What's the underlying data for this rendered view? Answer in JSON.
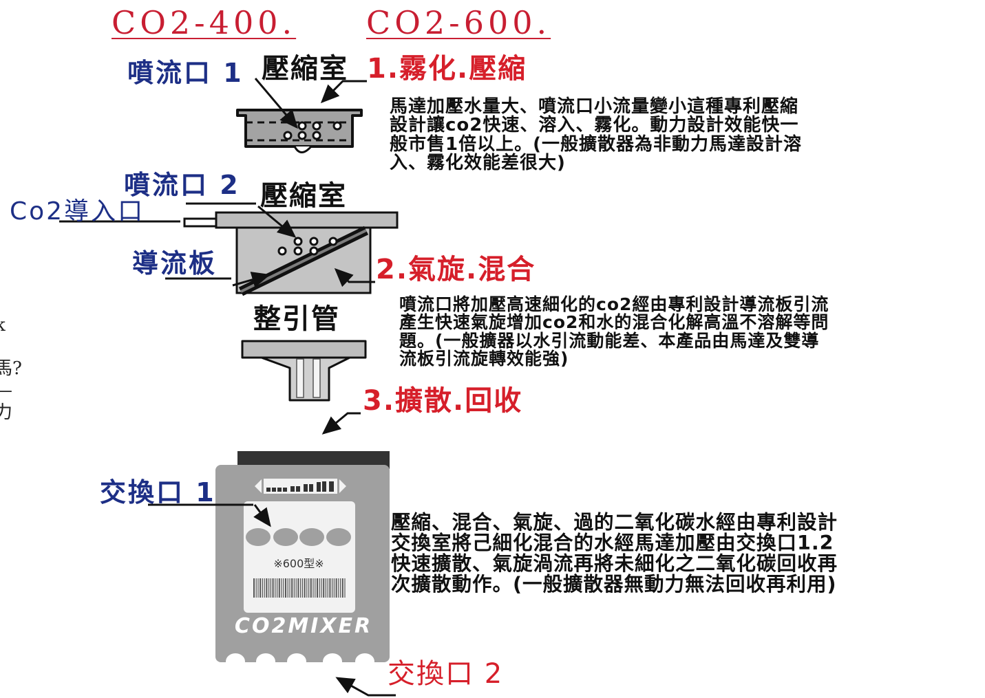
{
  "models": {
    "first": "CO2-400.",
    "second": "CO2-600."
  },
  "stages": {
    "stage1": "1.霧化.壓縮",
    "stage2": "2.氣旋.混合",
    "stage3": "3.擴散.回收"
  },
  "labels": {
    "nozzle1": "噴流口 1",
    "compression_chamber_1": "壓縮室",
    "nozzle2": "噴流口 2",
    "compression_chamber_2": "壓縮室",
    "co2_inlet": "Co2導入口",
    "guide_plate": "導流板",
    "rectifier_tube": "整引管",
    "exchange_port1": "交換口 1",
    "exchange_port2": "交換口 2"
  },
  "descriptions": {
    "stage1": [
      "馬達加壓水量大、噴流口小流量變小這種專利壓縮",
      "設計讓co2快速、溶入、霧化。動力設計效能快一",
      "般市售1倍以上。(一般擴散器為非動力馬達設計溶",
      "入、霧化效能差很大)"
    ],
    "stage2": [
      "噴流口將加壓高速細化的co2經由專利設計導流板引流",
      "產生快速氣旋增加co2和水的混合化解高溫不溶解等問",
      "題。(一般擴器以水引流動能差、本產品由馬達及雙導",
      "流板引流旋轉效能強)"
    ],
    "stage3": [
      "壓縮、混合、氣旋、過的二氧化碳水經由專利設計",
      "交換室將己細化混合的水經馬達加壓由交換口1.2",
      "快速擴散、氣旋渦流再將未細化之二氧化碳回收再",
      "次擴散動作。(一般擴散器無動力無法回收再利用)"
    ]
  },
  "device": {
    "model_tag": "※600型※",
    "brand": "CO2MIXER"
  },
  "side_fragments": [
    "k",
    "]",
    "馬?",
    "—",
    "力"
  ],
  "colors": {
    "title_red": "#c81e32",
    "stage_red": "#d61f2a",
    "label_blue": "#1d2f86",
    "device_gray": "#a0a0a0"
  }
}
